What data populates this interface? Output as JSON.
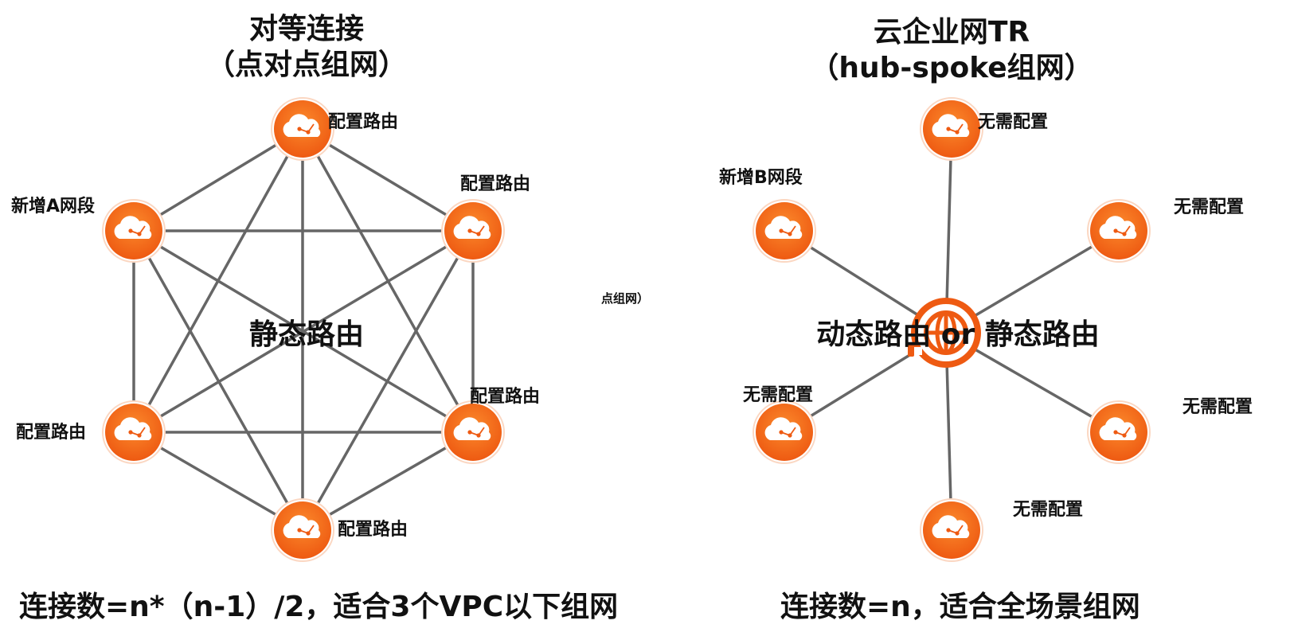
{
  "colors": {
    "node_orange": "#ee5a12",
    "node_light": "#fb8a2c",
    "edge_gray": "#666666",
    "text": "#111111"
  },
  "left": {
    "title_line1": "对等连接",
    "title_line2": "（点对点组网）",
    "center_label": "静态路由",
    "footer": "连接数=n*（n-1）/2，适合3个VPC以下组网",
    "nodes": [
      {
        "id": "top",
        "label": "配置路由",
        "icon": "cloud-icon"
      },
      {
        "id": "upper-left",
        "label": "新增A网段",
        "icon": "cloud-icon"
      },
      {
        "id": "upper-right",
        "label": "配置路由",
        "icon": "cloud-icon"
      },
      {
        "id": "lower-left",
        "label": "配置路由",
        "icon": "cloud-icon"
      },
      {
        "id": "lower-right",
        "label": "配置路由",
        "icon": "cloud-icon"
      },
      {
        "id": "bottom",
        "label": "配置路由",
        "icon": "cloud-icon"
      }
    ]
  },
  "stray_text": "点组网）",
  "right": {
    "title_line1": "云企业网TR",
    "title_line2": "（hub-spoke组网）",
    "center_label": "动态路由 or 静态路由",
    "hub_icon": "globe-icon",
    "footer": "连接数=n，适合全场景组网",
    "nodes": [
      {
        "id": "top",
        "label": "无需配置",
        "icon": "cloud-icon"
      },
      {
        "id": "upper-left",
        "label": "新增B网段",
        "icon": "cloud-icon"
      },
      {
        "id": "upper-right",
        "label": "无需配置",
        "icon": "cloud-icon"
      },
      {
        "id": "lower-left",
        "label": "无需配置",
        "icon": "cloud-icon"
      },
      {
        "id": "lower-right",
        "label": "无需配置",
        "icon": "cloud-icon"
      },
      {
        "id": "bottom",
        "label": "无需配置",
        "icon": "cloud-icon"
      }
    ]
  }
}
